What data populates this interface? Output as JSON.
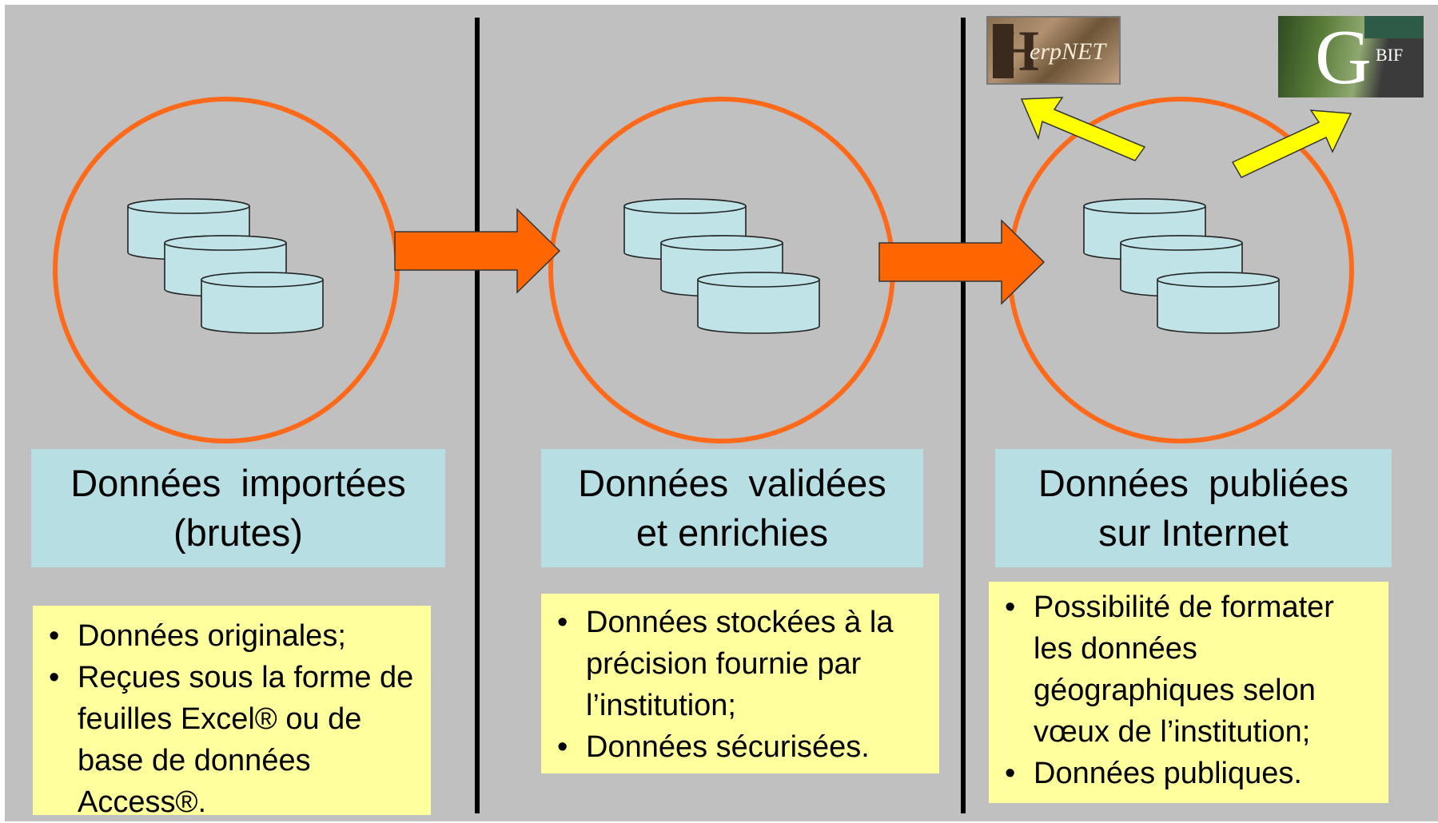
{
  "colors": {
    "background": "#c0c0c0",
    "divider": "#000000",
    "circle": "#ff6a1a",
    "flow_arrow": "#ff6600",
    "publish_arrow": "#ffff00",
    "database": "#bfe3e6",
    "title_box": "#b7dfe3",
    "note_box": "#ffff9e"
  },
  "stages": [
    {
      "title_line1": "Données importées",
      "title_line2": "(brutes)",
      "notes": [
        "Données originales;",
        "Reçues sous la forme de feuilles Excel® ou de base de données Access®."
      ]
    },
    {
      "title_line1": "Données validées",
      "title_line2": "et enrichies",
      "notes": [
        "Données stockées à la précision fournie par l’institution;",
        "Données sécurisées."
      ]
    },
    {
      "title_line1": "Données publiées",
      "title_line2": "sur Internet",
      "notes": [
        "Possibilité de formater les données géographiques selon vœux de l’institution;",
        "Données publiques."
      ]
    }
  ],
  "logos": {
    "herpnet": {
      "letter": "H",
      "text": "erpNET"
    },
    "gbif": {
      "letter": "G",
      "text": "BIF"
    }
  },
  "icons": [
    "database-stack-icon",
    "flow-arrow-icon",
    "publish-arrow-icon"
  ]
}
